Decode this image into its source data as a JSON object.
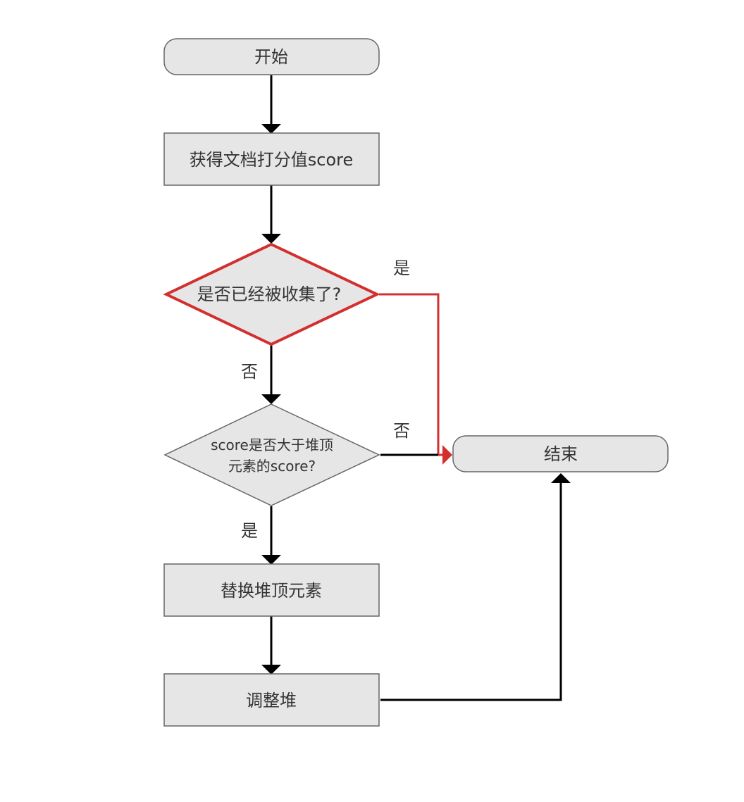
{
  "colors": {
    "node_fill": "#e6e6e6",
    "node_stroke": "#666666",
    "edge": "#000000",
    "highlight": "#d32f2f",
    "text": "#333333"
  },
  "nodes": {
    "start": {
      "label": "开始"
    },
    "get_score": {
      "label": "获得文档打分值score"
    },
    "collected_check": {
      "label": "是否已经被收集了?"
    },
    "score_check": {
      "line1": "score是否大于堆顶",
      "line2": "元素的score?"
    },
    "replace_top": {
      "label": "替换堆顶元素"
    },
    "adjust_heap": {
      "label": "调整堆"
    },
    "end": {
      "label": "结束"
    }
  },
  "edges": {
    "collected_yes": {
      "label": "是"
    },
    "collected_no": {
      "label": "否"
    },
    "score_no": {
      "label": "否"
    },
    "score_yes": {
      "label": "是"
    }
  }
}
